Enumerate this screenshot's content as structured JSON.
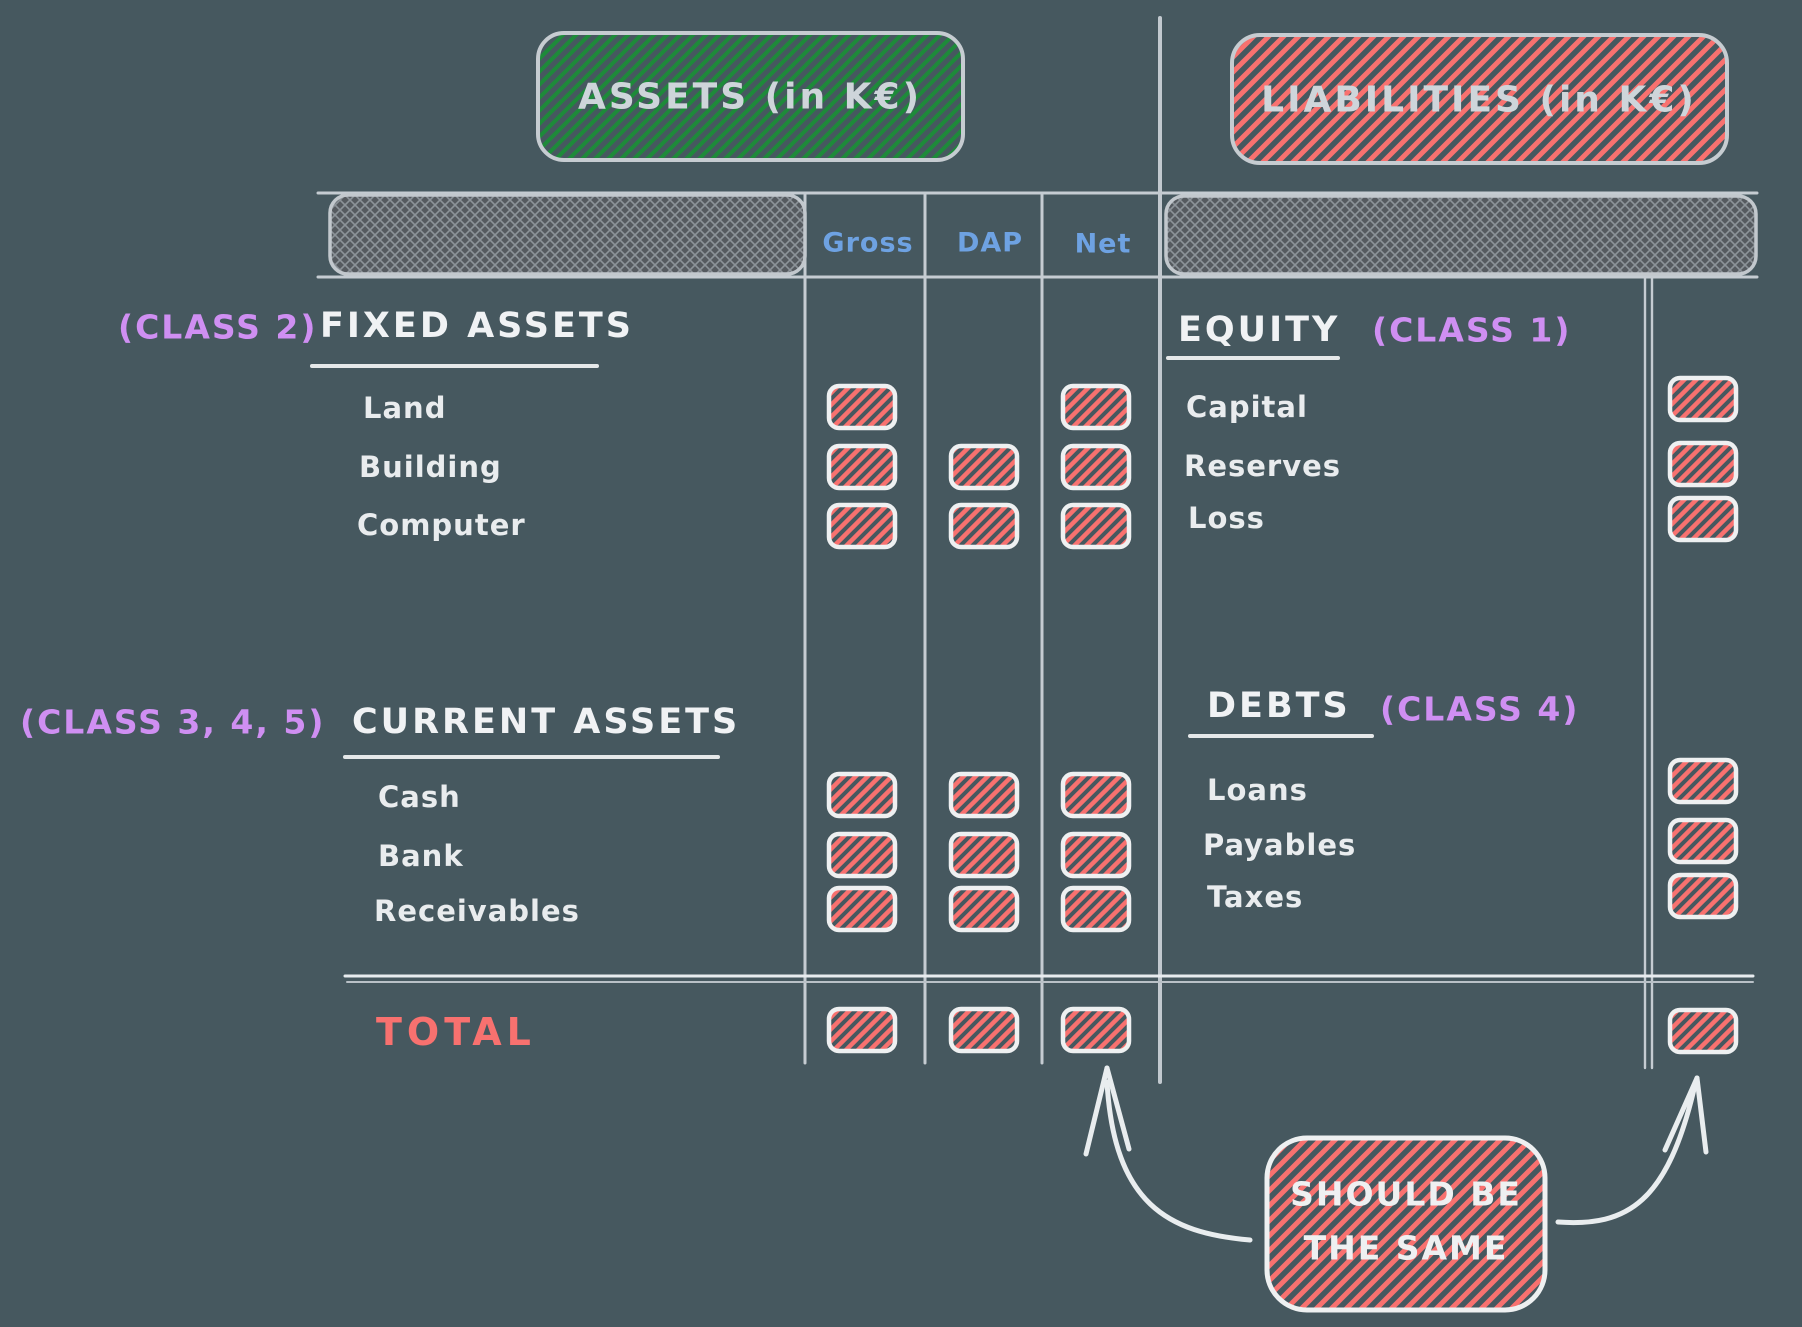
{
  "palette": {
    "background": "#46585f",
    "ink_white": "#eef0f1",
    "line_gray": "#c5ccd2",
    "column_header_blue": "#6ea2e2",
    "class_purple": "#cf8ff2",
    "hatch_red": "#f8716f",
    "hatch_green": "#1e8a3a",
    "crosshatch_gray": "#9aa1a7"
  },
  "headers": {
    "assets": "ASSETS (in K€)",
    "liabilities": "LIABILITIES (in K€)"
  },
  "columns": {
    "gross": "Gross",
    "dap": "DAP",
    "net": "Net"
  },
  "assets": {
    "fixed": {
      "class_label": "(CLASS 2)",
      "title": "FIXED ASSETS",
      "rows": [
        {
          "label": "Land",
          "boxes": [
            "gross",
            "net"
          ]
        },
        {
          "label": "Building",
          "boxes": [
            "gross",
            "dap",
            "net"
          ]
        },
        {
          "label": "Computer",
          "boxes": [
            "gross",
            "dap",
            "net"
          ]
        }
      ]
    },
    "current": {
      "class_label": "(CLASS 3, 4, 5)",
      "title": "CURRENT ASSETS",
      "rows": [
        {
          "label": "Cash",
          "boxes": [
            "gross",
            "dap",
            "net"
          ]
        },
        {
          "label": "Bank",
          "boxes": [
            "gross",
            "dap",
            "net"
          ]
        },
        {
          "label": "Receivables",
          "boxes": [
            "gross",
            "dap",
            "net"
          ]
        }
      ]
    }
  },
  "liabilities": {
    "equity": {
      "title": "EQUITY",
      "class_label": "(CLASS 1)",
      "rows": [
        {
          "label": "Capital",
          "boxes": [
            "right"
          ]
        },
        {
          "label": "Reserves",
          "boxes": [
            "right"
          ]
        },
        {
          "label": "Loss",
          "boxes": [
            "right"
          ]
        }
      ]
    },
    "debts": {
      "title": "DEBTS",
      "class_label": "(CLASS 4)",
      "rows": [
        {
          "label": "Loans",
          "boxes": [
            "right"
          ]
        },
        {
          "label": "Payables",
          "boxes": [
            "right"
          ]
        },
        {
          "label": "Taxes",
          "boxes": [
            "right"
          ]
        }
      ]
    }
  },
  "total": {
    "label": "TOTAL",
    "left_boxes": [
      "gross",
      "dap",
      "net"
    ],
    "has_right_box": true
  },
  "annotation": {
    "line1": "SHOULD BE",
    "line2": "THE SAME"
  }
}
